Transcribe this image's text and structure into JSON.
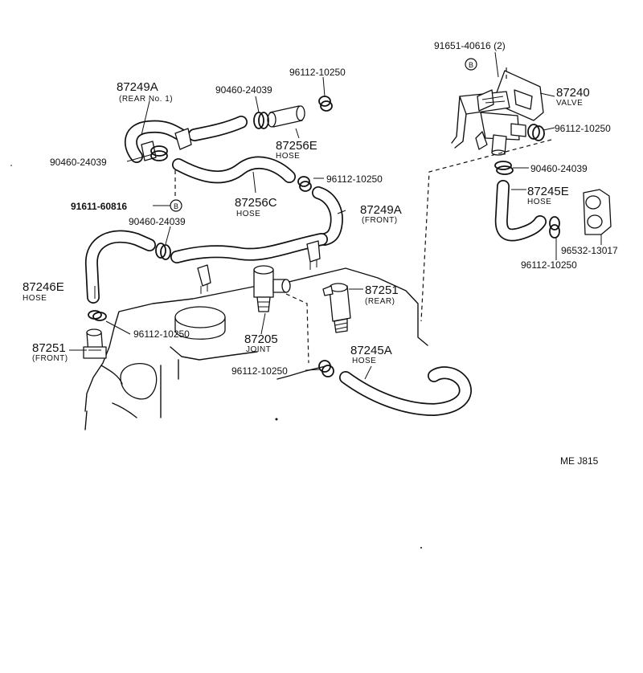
{
  "labels": {
    "p87249A_rear": "87249A",
    "p87249A_rear_sub": "(REAR No. 1)",
    "p90460_a": "90460-24039",
    "p96112_a": "96112-10250",
    "p87256E": "87256E",
    "p87256E_sub": "HOSE",
    "p90460_b": "90460-24039",
    "p96112_b": "96112-10250",
    "p87256C": "87256C",
    "p87256C_sub": "HOSE",
    "p91611": "91611-60816",
    "b_symbol": "B",
    "p87249A_front": "87249A",
    "p87249A_front_sub": "(FRONT)",
    "p90460_c": "90460-24039",
    "p87246E": "87246E",
    "p87246E_sub": "HOSE",
    "p87251_rear": "87251",
    "p87251_rear_sub": "(REAR)",
    "p96112_c": "96112-10250",
    "p87205": "87205",
    "p87205_sub": "JOINT",
    "p87251_front": "87251",
    "p87251_front_sub": "(FRONT)",
    "p96112_d": "96112-10250",
    "p87245A": "87245A",
    "p87245A_sub": "HOSE",
    "p91651": "91651-40616 (2)",
    "p87240": "87240",
    "p87240_sub": "VALVE",
    "p96112_e": "96112-10250",
    "p90460_d": "90460-24039",
    "p87245E": "87245E",
    "p87245E_sub": "HOSE",
    "p96532": "96532-13017",
    "p96112_f": "96112-10250",
    "ref_code": "ME  J815"
  }
}
